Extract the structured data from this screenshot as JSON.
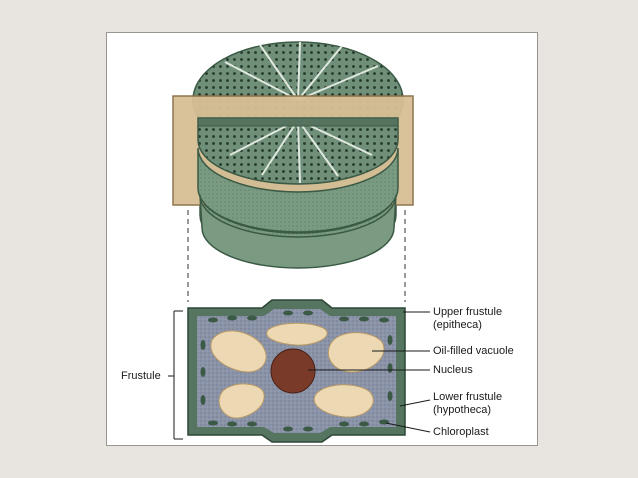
{
  "colors": {
    "background": "#e8e4df",
    "panel": "#ffffff",
    "frustule_green": "#6f8f78",
    "frustule_dark": "#3b5a45",
    "cytoplasm": "#8b93a8",
    "vacuole": "#ecd9b3",
    "nucleus": "#7a3a2a",
    "cut_plane": "#d8bf95"
  },
  "labels": {
    "frustule": "Frustule",
    "upper_frustule_line1": "Upper frustule",
    "upper_frustule_line2": "(epitheca)",
    "oil_vacuole": "Oil-filled vacuole",
    "nucleus": "Nucleus",
    "lower_frustule_line1": "Lower frustule",
    "lower_frustule_line2": "(hypotheca)",
    "chloroplast": "Chloroplast"
  }
}
